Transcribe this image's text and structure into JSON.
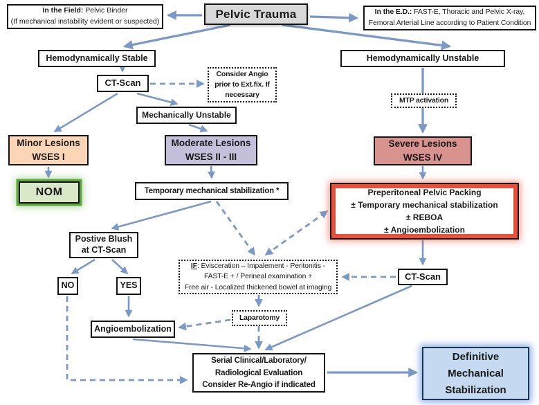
{
  "title": "Pelvic Trauma management algorithm",
  "colors": {
    "arrow": "#7b99c6",
    "trauma_fill": "#d9d9d9",
    "minor_fill": "#fbd5b5",
    "moderate_fill": "#c4bfdb",
    "severe_fill": "#d9938f",
    "nom_fill": "#d9e8c9",
    "nom_border": "#5fa83c",
    "ppp_ring": "#e9503c",
    "definitive_fill": "#c5d9f1",
    "definitive_border": "#17375e"
  },
  "nodes": {
    "field": {
      "prefix": "In the Field:",
      "rest": " Pelvic Binder",
      "line2": "(If mechanical instability evident or suspected)"
    },
    "trauma": {
      "label": "Pelvic Trauma"
    },
    "ed": {
      "prefix": "In the E.D.:",
      "rest": " FAST-E, Thoracic and Pelvic X-ray,",
      "line2": "Femoral Arterial Line according to Patient Condition"
    },
    "hemo_stable": {
      "label": "Hemodynamically Stable"
    },
    "hemo_unstable": {
      "label": "Hemodynamically Unstable"
    },
    "ct_scan_left": {
      "label": "CT-Scan"
    },
    "consider_angio": {
      "label": "Consider Angio\nprior to Ext.fix.  If\nnecessary"
    },
    "mech_unstable": {
      "label": "Mechanically Unstable"
    },
    "mtp": {
      "label": "MTP activation"
    },
    "minor": {
      "label": "Minor Lesions\nWSES I"
    },
    "moderate": {
      "label": "Moderate Lesions\nWSES II - III"
    },
    "severe": {
      "label": "Severe Lesions\nWSES IV"
    },
    "nom": {
      "label": "NOM"
    },
    "temp_stab": {
      "label": "Temporary mechanical stabilization *"
    },
    "ppp": {
      "label": "Preperitoneal Pelvic Packing\n± Temporary mechanical stabilization\n± REBOA\n± Angioembolization"
    },
    "positive_blush": {
      "label": "Postive Blush\nat CT-Scan"
    },
    "no": {
      "label": "NO"
    },
    "yes": {
      "label": "YES"
    },
    "if_box": {
      "prefix": "IF",
      "rest": ": Evisceration – Impalement - Peritonitis -\nFAST-E + / Perineal examination +\nFree air - Localized thickened bowel at imaging"
    },
    "laparotomy": {
      "label": "Laparotomy"
    },
    "angioembolization": {
      "label": "Angioembolization"
    },
    "ct_scan_right": {
      "label": "CT-Scan"
    },
    "serial": {
      "label": "Serial Clinical/Laboratory/\nRadiological Evaluation\nConsider Re-Angio if indicated"
    },
    "definitive": {
      "label": "Definitive\nMechanical\nStabilization"
    }
  }
}
